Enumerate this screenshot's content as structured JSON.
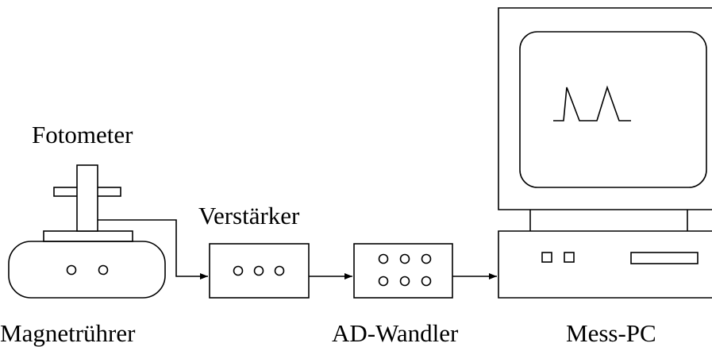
{
  "labels": {
    "fotometer": "Fotometer",
    "verstaerker": "Verstärker",
    "magnetruehrer": "Magnetrührer",
    "ad_wandler": "AD-Wandler",
    "mess_pc": "Mess-PC"
  },
  "colors": {
    "stroke": "#000000",
    "background": "#ffffff"
  }
}
